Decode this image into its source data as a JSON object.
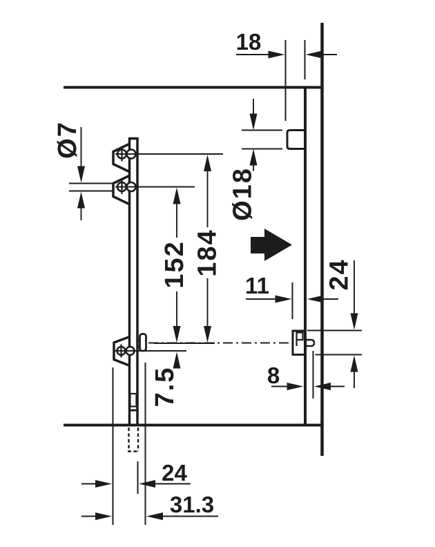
{
  "drawing": {
    "background": "#ffffff",
    "line_color": "#1c1c1c",
    "unit_note": "technical installation drawing, dimensions in mm",
    "dimensions": {
      "panel_thickness": "18",
      "screw_hole_dia": "Ø7",
      "cup_hole_dia": "Ø18",
      "hole_distance_lower": "152",
      "hole_distance_upper": "184",
      "catch_setback": "11",
      "catch_height": "24",
      "pin_to_hole_offset": "7.5",
      "pin_protrusion": "8",
      "profile_depth": "24",
      "overall_depth": "31.3"
    }
  }
}
